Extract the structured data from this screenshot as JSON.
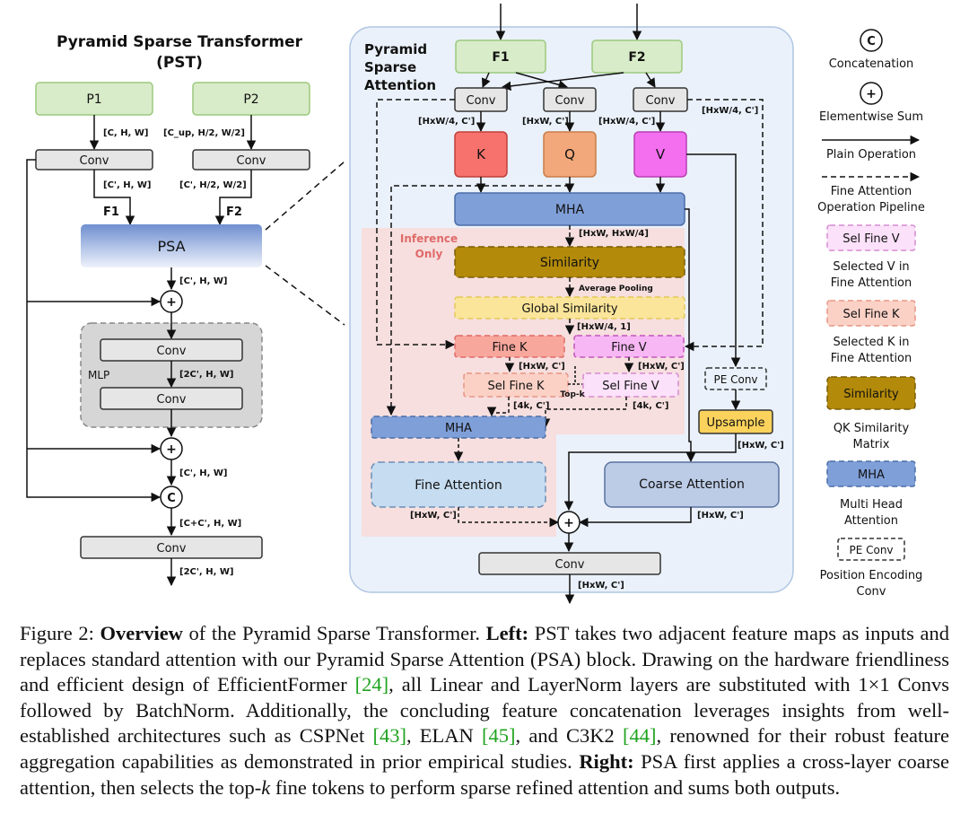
{
  "left": {
    "title_line1": "Pyramid Sparse Transformer",
    "title_line2": "(PST)",
    "p1": "P1",
    "p2": "P2",
    "dim_p1": "[C, H, W]",
    "dim_p2": "[C_up, H/2, W/2]",
    "conv": "Conv",
    "dim_f1": "[C', H, W]",
    "dim_f2": "[C', H/2, W/2]",
    "f1": "F1",
    "f2": "F2",
    "psa": "PSA",
    "dim_psa": "[C', H, W]",
    "mlp_label": "MLP",
    "dim_mlp": "[2C', H, W]",
    "dim_after_sum": "[C', H, W]",
    "dim_concat": "[C+C', H, W]",
    "dim_out": "[2C', H, W]",
    "plus": "+",
    "concat": "C"
  },
  "right": {
    "title_line1": "Pyramid",
    "title_line2": "Sparse",
    "title_line3": "Attention",
    "f1": "F1",
    "f2": "F2",
    "conv": "Conv",
    "dim_k": "[HxW/4, C']",
    "dim_q": "[HxW, C']",
    "dim_v": "[HxW/4, C']",
    "dim_side": "[HxW/4, C']",
    "k": "K",
    "q": "Q",
    "v": "V",
    "mha": "MHA",
    "dim_mha": "[HxW, HxW/4]",
    "inference_line1": "Inference",
    "inference_line2": "Only",
    "similarity": "Similarity",
    "avg_pool": "Average Pooling",
    "global_similarity": "Global Similarity",
    "dim_global": "[HxW/4, 1]",
    "fine_k": "Fine K",
    "fine_v": "Fine V",
    "dim_fine_k": "[HxW, C']",
    "dim_fine_v": "[HxW, C']",
    "sel_fine_k": "Sel Fine K",
    "sel_fine_v": "Sel Fine V",
    "topk": "Top-k",
    "dim_sel_k": "[4k, C']",
    "dim_sel_v": "[4k, C']",
    "pe_conv": "PE Conv",
    "upsample": "Upsample",
    "dim_upsample": "[HxW, C']",
    "fine_attention": "Fine Attention",
    "coarse_attention": "Coarse Attention",
    "dim_fine_att": "[HxW, C']",
    "dim_coarse_att": "[HxW, C']",
    "dim_out": "[HxW, C']",
    "plus": "+"
  },
  "legend": {
    "concat_symbol": "C",
    "concat_label": "Concatenation",
    "sum_symbol": "+",
    "sum_label": "Elementwise Sum",
    "plain_label": "Plain Operation",
    "fine_label_line1": "Fine Attention",
    "fine_label_line2": "Operation Pipeline",
    "sel_v": "Sel Fine V",
    "sel_v_line1": "Selected V in",
    "sel_v_line2": "Fine Attention",
    "sel_k": "Sel Fine K",
    "sel_k_line1": "Selected K in",
    "sel_k_line2": "Fine Attention",
    "similarity": "Similarity",
    "similarity_line1": "QK Similarity",
    "similarity_line2": "Matrix",
    "mha": "MHA",
    "mha_line1": "Multi Head",
    "mha_line2": "Attention",
    "pe_conv": "PE Conv",
    "pe_line1": "Position Encoding",
    "pe_line2": "Conv"
  },
  "caption": {
    "label": "Figure 2:",
    "bold1": "Overview",
    "text1": "of the Pyramid Sparse Transformer.",
    "bold2": "Left:",
    "text2": "PST takes two adjacent feature maps as inputs and replaces standard attention with our Pyramid Sparse Attention (PSA) block. Drawing on the hardware friendliness and efficient design of EfficientFormer",
    "ref1": "[24]",
    "text3": ", all Linear and LayerNorm layers are substituted with 1×1 Convs followed by BatchNorm. Additionally, the concluding feature concatenation leverages insights from well-established architectures such as CSPNet",
    "ref2": "[43]",
    "text4": ", ELAN",
    "ref3": "[45]",
    "text5": ", and C3K2",
    "ref4": "[44]",
    "text6": ", renowned for their robust feature aggregation capabilities as demonstrated in prior empirical studies.",
    "bold3": "Right:",
    "text7": "PSA first applies a cross-layer coarse attention, then selects the top-",
    "k": "k",
    "text8": "fine tokens to perform sparse refined attention and sums both outputs."
  }
}
